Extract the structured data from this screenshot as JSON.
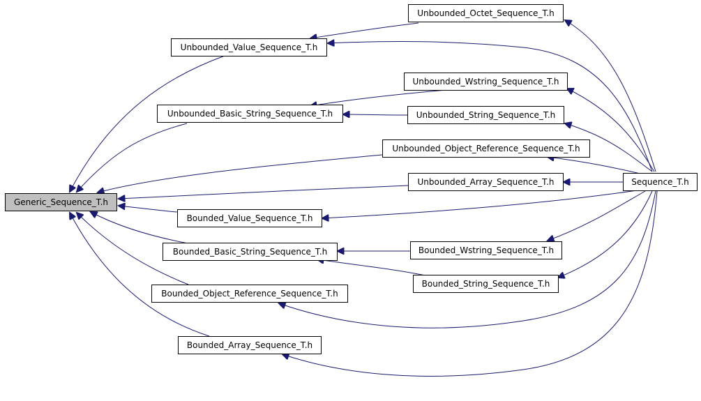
{
  "nodes": {
    "generic": "Generic_Sequence_T.h",
    "unb_octet": "Unbounded_Octet_Sequence_T.h",
    "unb_value": "Unbounded_Value_Sequence_T.h",
    "unb_wstring": "Unbounded_Wstring_Sequence_T.h",
    "unb_basic_string": "Unbounded_Basic_String_Sequence_T.h",
    "unb_string": "Unbounded_String_Sequence_T.h",
    "unb_objref": "Unbounded_Object_Reference_Sequence_T.h",
    "unb_array": "Unbounded_Array_Sequence_T.h",
    "sequence": "Sequence_T.h",
    "b_value": "Bounded_Value_Sequence_T.h",
    "b_basic_string": "Bounded_Basic_String_Sequence_T.h",
    "b_wstring": "Bounded_Wstring_Sequence_T.h",
    "b_string": "Bounded_String_Sequence_T.h",
    "b_objref": "Bounded_Object_Reference_Sequence_T.h",
    "b_array": "Bounded_Array_Sequence_T.h"
  },
  "colors": {
    "edge": "#191970",
    "highlight_node": "#bfbfbf"
  }
}
